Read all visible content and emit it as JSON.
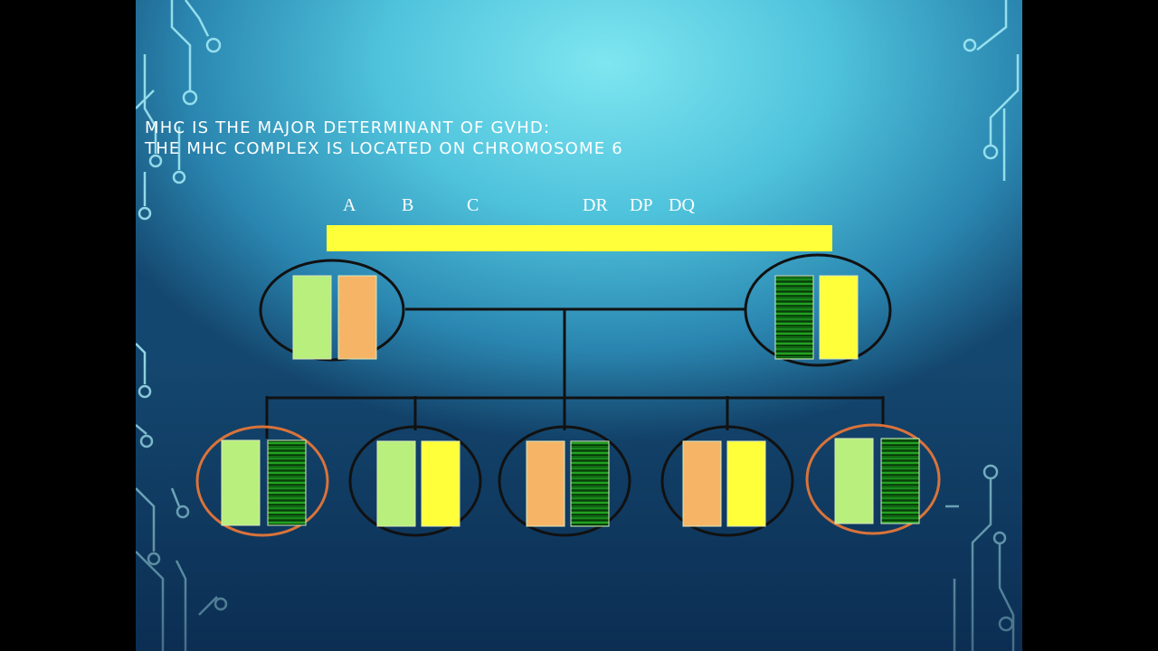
{
  "title": {
    "line1": "MHC is the major determinant of GVHD:",
    "line2": "The MHC complex is located on chromosome 6"
  },
  "genes": [
    "A",
    "B",
    "C",
    "DR",
    "DP",
    "DQ"
  ],
  "colors": {
    "chromosome_bar": "#ffff3a",
    "light_green": "#b9ef7c",
    "orange": "#f6b566",
    "yellow": "#ffff3a",
    "dark_green_striped": "#0f6a12",
    "ellipse_black": "#111111",
    "ellipse_highlight": "#d9733a",
    "line": "#111111"
  },
  "parents": [
    {
      "haplotypes": [
        "light_green",
        "orange"
      ]
    },
    {
      "haplotypes": [
        "dark_green_striped",
        "yellow"
      ]
    }
  ],
  "children": [
    {
      "haplotypes": [
        "light_green",
        "dark_green_striped"
      ],
      "highlighted": true
    },
    {
      "haplotypes": [
        "light_green",
        "yellow"
      ],
      "highlighted": false
    },
    {
      "haplotypes": [
        "orange",
        "dark_green_striped"
      ],
      "highlighted": false
    },
    {
      "haplotypes": [
        "orange",
        "yellow"
      ],
      "highlighted": false
    },
    {
      "haplotypes": [
        "light_green",
        "dark_green_striped"
      ],
      "highlighted": true
    }
  ]
}
